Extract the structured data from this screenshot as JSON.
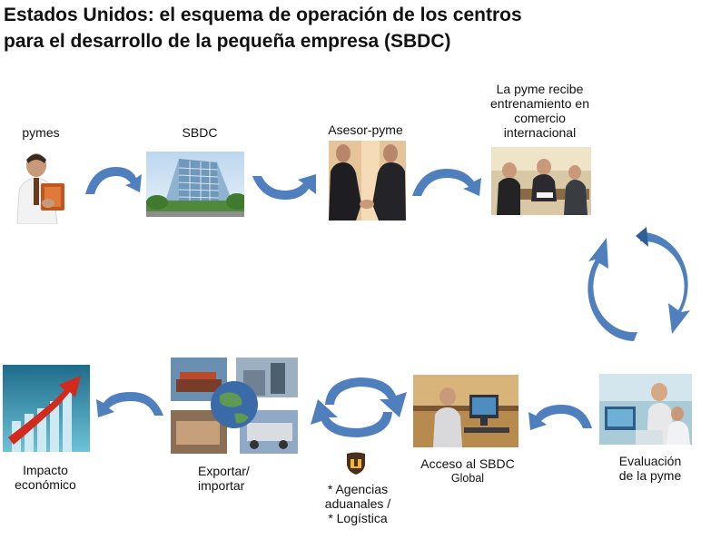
{
  "title": {
    "line1": "Estados Unidos: el esquema de operación de los centros",
    "line2": "para el desarrollo de la pequeña empresa (SBDC)"
  },
  "nodes": {
    "pymes": "pymes",
    "sbdc": "SBDC",
    "asesor": "Asesor-pyme",
    "training": {
      "line1": "La pyme recibe",
      "line2": "entrenamiento en",
      "line3": "comercio",
      "line4": "internacional"
    },
    "evaluacion": {
      "line1": "Evaluación",
      "line2": "de la pyme"
    },
    "acceso": {
      "line1": "Acceso al SBDC",
      "line2": "Global"
    },
    "agencias": {
      "line1": "* Agencias",
      "line2": "aduanales /",
      "line3": "* Logística"
    },
    "exportar": {
      "line1": "Exportar/",
      "line2": "importar"
    },
    "impacto": {
      "line1": "Impacto",
      "line2": "económico"
    }
  },
  "colors": {
    "arrow": "#4f7fbd",
    "arrow_dark": "#2f5d96",
    "impact_arrow": "#d42a1e"
  },
  "icons": {
    "arrow": "curved-arrow-icon",
    "cycle": "cycle-arrows-icon",
    "ups": "ups-logo-icon"
  }
}
